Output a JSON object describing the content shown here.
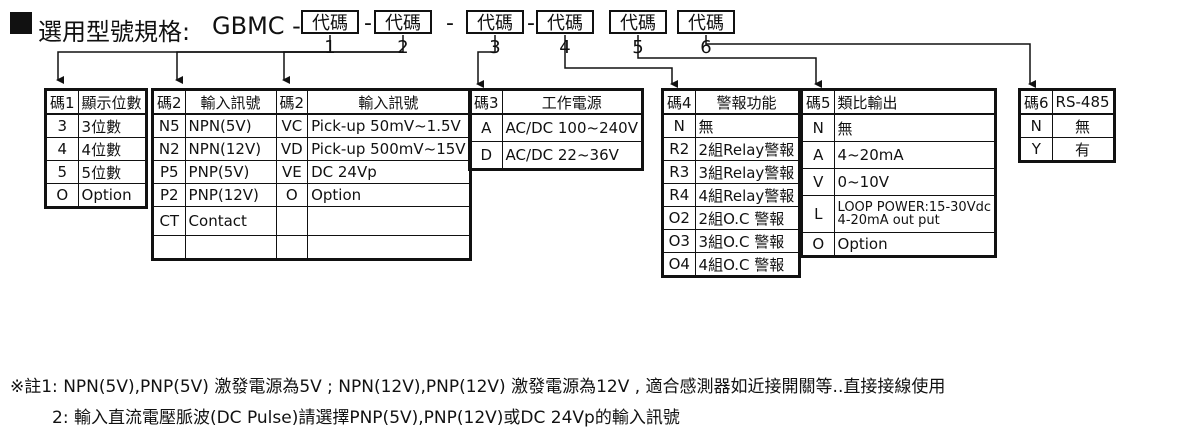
{
  "title": {
    "prefix": "選用型號規格:",
    "model": "GBMC -",
    "dash": "-",
    "codes": [
      "代碼1",
      "代碼2",
      "代碼3",
      "代碼4",
      "代碼5",
      "代碼6"
    ]
  },
  "tables": {
    "t1": {
      "headers": [
        "碼1",
        "顯示位數"
      ],
      "rows": [
        [
          "3",
          "3位數"
        ],
        [
          "4",
          "4位數"
        ],
        [
          "5",
          "5位數"
        ],
        [
          "O",
          "Option"
        ]
      ]
    },
    "t2": {
      "headers": [
        "碼2",
        "輸入訊號",
        "碼2",
        "輸入訊號"
      ],
      "rows": [
        [
          "N5",
          "NPN(5V)",
          "VC",
          "Pick-up 50mV~1.5V"
        ],
        [
          "N2",
          "NPN(12V)",
          "VD",
          "Pick-up 500mV~15V"
        ],
        [
          "P5",
          "PNP(5V)",
          "VE",
          "DC 24Vp"
        ],
        [
          "P2",
          "PNP(12V)",
          "O",
          "Option"
        ],
        [
          "CT",
          "Contact",
          "",
          ""
        ],
        [
          "",
          "",
          "",
          ""
        ]
      ]
    },
    "t3": {
      "headers": [
        "碼3",
        "工作電源"
      ],
      "rows": [
        [
          "A",
          "AC/DC 100~240V"
        ],
        [
          "D",
          "AC/DC 22~36V"
        ]
      ]
    },
    "t4": {
      "headers": [
        "碼4",
        "警報功能"
      ],
      "rows": [
        [
          "N",
          "無"
        ],
        [
          "R2",
          "2組Relay警報"
        ],
        [
          "R3",
          "3組Relay警報"
        ],
        [
          "R4",
          "4組Relay警報"
        ],
        [
          "O2",
          "2組O.C 警報"
        ],
        [
          "O3",
          "3組O.C 警報"
        ],
        [
          "O4",
          "4組O.C 警報"
        ]
      ]
    },
    "t5": {
      "headers": [
        "碼5",
        "類比輸出"
      ],
      "rows": [
        [
          "N",
          "無"
        ],
        [
          "A",
          "4~20mA"
        ],
        [
          "V",
          "0~10V"
        ],
        [
          "L",
          "LOOP POWER:15-30Vdc",
          "4-20mA  out put"
        ],
        [
          "O",
          "Option"
        ]
      ]
    },
    "t6": {
      "headers": [
        "碼6",
        "RS-485"
      ],
      "rows": [
        [
          "N",
          "無"
        ],
        [
          "Y",
          "有"
        ]
      ]
    }
  },
  "notes": {
    "line1": "※註1: NPN(5V),PNP(5V) 激發電源為5V ; NPN(12V),PNP(12V) 激發電源為12V , 適合感測器如近接開關等..直接接線使用",
    "line2": "2: 輸入直流電壓脈波(DC Pulse)請選擇PNP(5V),PNP(12V)或DC 24Vp的輸入訊號"
  }
}
